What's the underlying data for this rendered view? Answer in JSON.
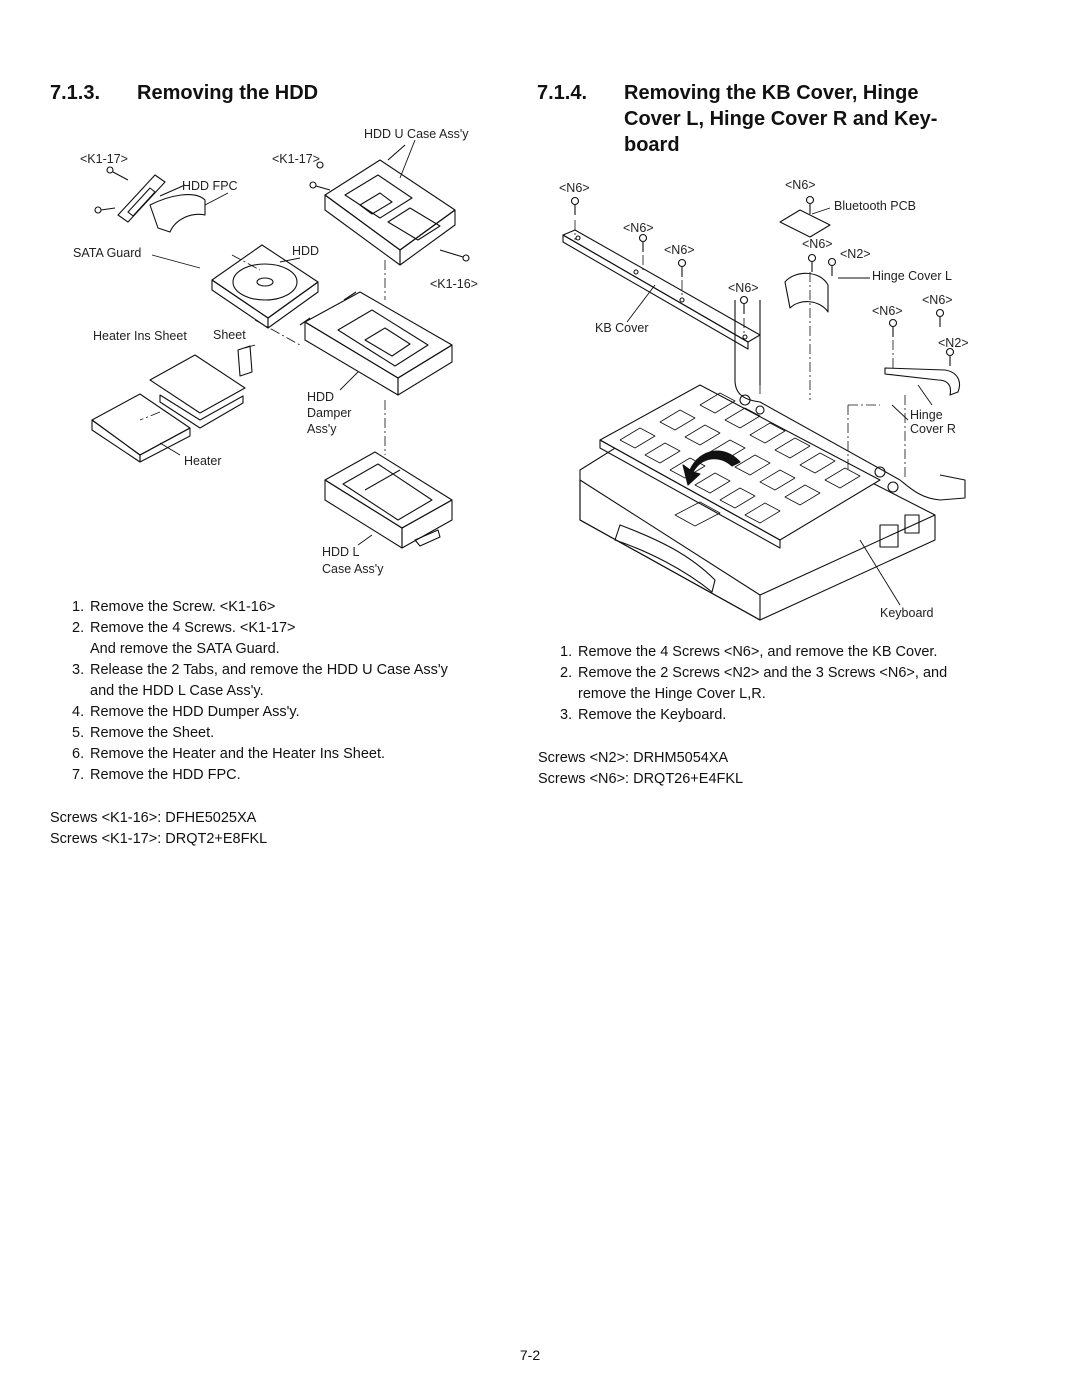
{
  "left_section": {
    "number": "7.1.3.",
    "title": "Removing the HDD",
    "labels": {
      "hdd_u_case": "HDD U Case Ass'y",
      "k117_a": "<K1-17>",
      "k117_b": "<K1-17>",
      "hdd_fpc": "HDD FPC",
      "sata_guard": "SATA Guard",
      "hdd": "HDD",
      "k116": "<K1-16>",
      "heater_ins_sheet": "Heater Ins Sheet",
      "sheet": "Sheet",
      "hdd_damper_1": "HDD",
      "hdd_damper_2": "Damper",
      "hdd_damper_3": "Ass'y",
      "heater": "Heater",
      "hdd_l_case_1": "HDD L",
      "hdd_l_case_2": "Case Ass'y"
    },
    "steps": [
      {
        "n": "1.",
        "lines": [
          "Remove the Screw. <K1-16>"
        ]
      },
      {
        "n": "2.",
        "lines": [
          "Remove the 4 Screws. <K1-17>",
          "And remove the SATA Guard."
        ]
      },
      {
        "n": "3.",
        "lines": [
          "Release the 2 Tabs, and remove the HDD U Case Ass'y",
          "and the HDD L Case Ass'y."
        ]
      },
      {
        "n": "4.",
        "lines": [
          "Remove the HDD Dumper Ass'y."
        ]
      },
      {
        "n": "5.",
        "lines": [
          "Remove the Sheet."
        ]
      },
      {
        "n": "6.",
        "lines": [
          "Remove the Heater and the Heater Ins Sheet."
        ]
      },
      {
        "n": "7.",
        "lines": [
          "Remove the HDD FPC."
        ]
      }
    ],
    "screws": [
      "Screws <K1-16>: DFHE5025XA",
      "Screws <K1-17>: DRQT2+E8FKL"
    ]
  },
  "right_section": {
    "number": "7.1.4.",
    "title_line1": "Removing the KB Cover, Hinge",
    "title_line2": "Cover L, Hinge Cover R and Key-",
    "title_line3": "board",
    "labels": {
      "n6_a": "<N6>",
      "n6_b": "<N6>",
      "bluetooth_pcb": "Bluetooth PCB",
      "n6_c": "<N6>",
      "n6_d": "<N6>",
      "n6_e": "<N6>",
      "n2_a": "<N2>",
      "hinge_cover_l": "Hinge Cover L",
      "n6_f": "<N6>",
      "n6_g": "<N6>",
      "n6_h": "<N6>",
      "kb_cover": "KB Cover",
      "n2_b": "<N2>",
      "hinge_cover_r_1": "Hinge",
      "hinge_cover_r_2": "Cover R",
      "keyboard": "Keyboard"
    },
    "steps": [
      {
        "n": "1.",
        "lines": [
          "Remove the 4 Screws <N6>, and remove the KB Cover."
        ]
      },
      {
        "n": "2.",
        "lines": [
          "Remove the 2 Screws <N2> and the 3 Screws <N6>, and",
          "remove the Hinge Cover L,R."
        ]
      },
      {
        "n": "3.",
        "lines": [
          "Remove the Keyboard."
        ]
      }
    ],
    "screws": [
      "Screws <N2>: DRHM5054XA",
      "Screws <N6>: DRQT26+E4FKL"
    ]
  },
  "page_number": "7-2"
}
